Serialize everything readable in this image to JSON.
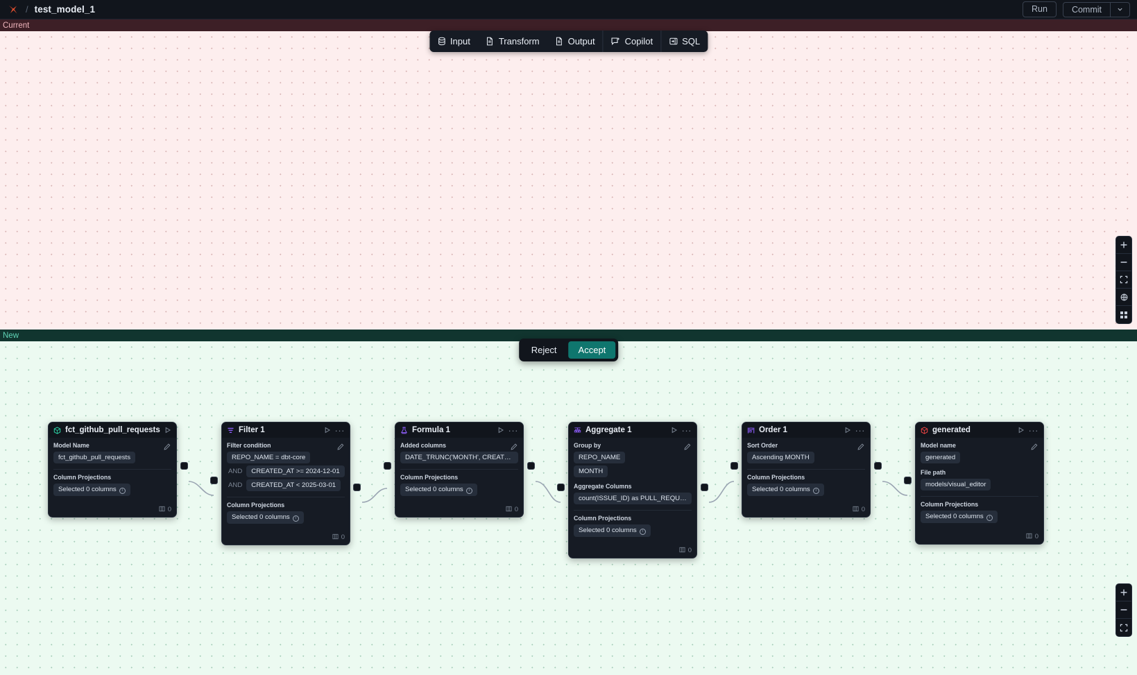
{
  "topbar": {
    "logo_icon": "x-logo-icon",
    "separator": "/",
    "title": "test_model_1",
    "run_label": "Run",
    "commit_label": "Commit",
    "commit_caret_icon": "chevron-down-icon"
  },
  "mode_toolbar": {
    "items": [
      {
        "label": "Input",
        "icon": "database-icon"
      },
      {
        "label": "Transform",
        "icon": "file-icon"
      },
      {
        "label": "Output",
        "icon": "file-icon"
      },
      {
        "label": "Copilot",
        "icon": "copilot-sparkle-icon"
      },
      {
        "label": "SQL",
        "icon": "sql-panel-icon"
      }
    ]
  },
  "panes": {
    "current": {
      "label": "Current",
      "label_color": "#f0b6bd",
      "bg_color": "#fdeeee"
    },
    "new": {
      "label": "New",
      "label_color": "#5fd3b5",
      "bg_color": "#ecfaf1"
    }
  },
  "decision": {
    "reject_label": "Reject",
    "accept_label": "Accept",
    "accept_color": "#0f766e"
  },
  "zoom_controls": {
    "top": [
      {
        "icon": "plus-icon",
        "glyph": "+"
      },
      {
        "icon": "minus-icon",
        "glyph": "−"
      },
      {
        "icon": "fit-view-icon",
        "glyph": ""
      },
      {
        "icon": "lock-globe-icon",
        "glyph": ""
      },
      {
        "icon": "mini-map-icon",
        "glyph": ""
      }
    ],
    "bottom": [
      {
        "icon": "plus-icon",
        "glyph": "+"
      },
      {
        "icon": "minus-icon",
        "glyph": "−"
      },
      {
        "icon": "fit-view-icon",
        "glyph": ""
      }
    ]
  },
  "nodes": [
    {
      "id": "source",
      "title": "fct_github_pull_requests",
      "icon": "cube-icon",
      "icon_color": "#2dd4a7",
      "run_icon": "play-icon",
      "menu_icon": "more-icon",
      "edit_icon": "pencil-icon",
      "footer_icon": "columns-icon",
      "footer_count": "0",
      "sections": [
        {
          "label": "Model Name",
          "editable": true,
          "chips": [
            {
              "text": "fct_github_pull_requests"
            }
          ]
        },
        {
          "label": "Column Projections",
          "divider": true,
          "chips": [
            {
              "text": "Selected 0 columns",
              "info": true
            }
          ]
        }
      ]
    },
    {
      "id": "filter",
      "title": "Filter 1",
      "icon": "filter-icon",
      "icon_color": "#8b5cf6",
      "run_icon": "play-icon",
      "menu_icon": "more-icon",
      "edit_icon": "pencil-icon",
      "footer_icon": "columns-icon",
      "footer_count": "0",
      "sections": [
        {
          "label": "Filter condition",
          "editable": true,
          "chips": [
            {
              "text": "REPO_NAME = dbt-core"
            },
            {
              "prefix": "AND",
              "text": "CREATED_AT >= 2024-12-01"
            },
            {
              "prefix": "AND",
              "text": "CREATED_AT < 2025-03-01"
            }
          ]
        },
        {
          "label": "Column Projections",
          "divider": true,
          "chips": [
            {
              "text": "Selected 0 columns",
              "info": true
            }
          ]
        }
      ]
    },
    {
      "id": "formula",
      "title": "Formula 1",
      "icon": "flask-icon",
      "icon_color": "#8b5cf6",
      "run_icon": "play-icon",
      "menu_icon": "more-icon",
      "edit_icon": "pencil-icon",
      "footer_icon": "columns-icon",
      "footer_count": "0",
      "sections": [
        {
          "label": "Added columns",
          "editable": true,
          "chips": [
            {
              "text": "DATE_TRUNC('MONTH', CREATED_AT..."
            }
          ]
        },
        {
          "label": "Column Projections",
          "divider": true,
          "chips": [
            {
              "text": "Selected 0 columns",
              "info": true
            }
          ]
        }
      ]
    },
    {
      "id": "aggregate",
      "title": "Aggregate 1",
      "icon": "aggregate-icon",
      "icon_color": "#8b5cf6",
      "run_icon": "play-icon",
      "menu_icon": "more-icon",
      "edit_icon": "pencil-icon",
      "footer_icon": "columns-icon",
      "footer_count": "0",
      "sections": [
        {
          "label": "Group by",
          "editable": true,
          "chips": [
            {
              "text": "REPO_NAME"
            },
            {
              "text": "MONTH"
            }
          ]
        },
        {
          "label": "Aggregate Columns",
          "chips": [
            {
              "text": "count(ISSUE_ID) as PULL_REQUEST_..."
            }
          ]
        },
        {
          "label": "Column Projections",
          "divider": true,
          "chips": [
            {
              "text": "Selected 0 columns",
              "info": true
            }
          ]
        }
      ]
    },
    {
      "id": "order",
      "title": "Order 1",
      "icon": "sort-icon",
      "icon_color": "#8b5cf6",
      "run_icon": "play-icon",
      "menu_icon": "more-icon",
      "edit_icon": "pencil-icon",
      "footer_icon": "columns-icon",
      "footer_count": "0",
      "sections": [
        {
          "label": "Sort Order",
          "editable": true,
          "chips": [
            {
              "text": "Ascending MONTH"
            }
          ]
        },
        {
          "label": "Column Projections",
          "divider": true,
          "chips": [
            {
              "text": "Selected 0 columns",
              "info": true
            }
          ]
        }
      ]
    },
    {
      "id": "generated",
      "title": "generated",
      "icon": "cube-icon",
      "icon_color": "#ef4444",
      "run_icon": "play-icon",
      "menu_icon": "more-icon",
      "edit_icon": "pencil-icon",
      "footer_icon": "columns-icon",
      "footer_count": "0",
      "sections": [
        {
          "label": "Model name",
          "editable": true,
          "chips": [
            {
              "text": "generated"
            }
          ]
        },
        {
          "label": "File path",
          "chips": [
            {
              "text": "models/visual_editor"
            }
          ]
        },
        {
          "label": "Column Projections",
          "divider": true,
          "chips": [
            {
              "text": "Selected 0 columns",
              "info": true
            }
          ]
        }
      ]
    }
  ]
}
